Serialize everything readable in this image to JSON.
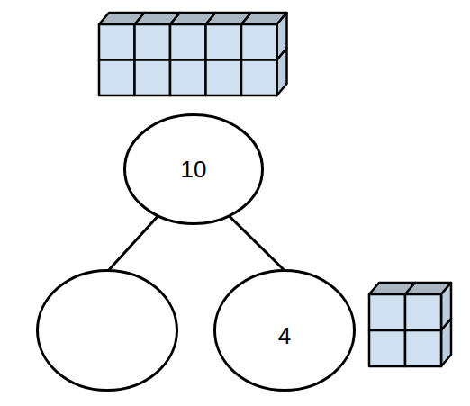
{
  "diagram": {
    "nodes": [
      {
        "text": [
          "10"
        ]
      },
      {
        "text": []
      },
      {
        "text": [
          "4"
        ]
      }
    ],
    "edges": [
      {
        "from": 0,
        "to": 1,
        "arrow": "none"
      },
      {
        "from": 0,
        "to": 2,
        "arrow": "none"
      }
    ]
  }
}
